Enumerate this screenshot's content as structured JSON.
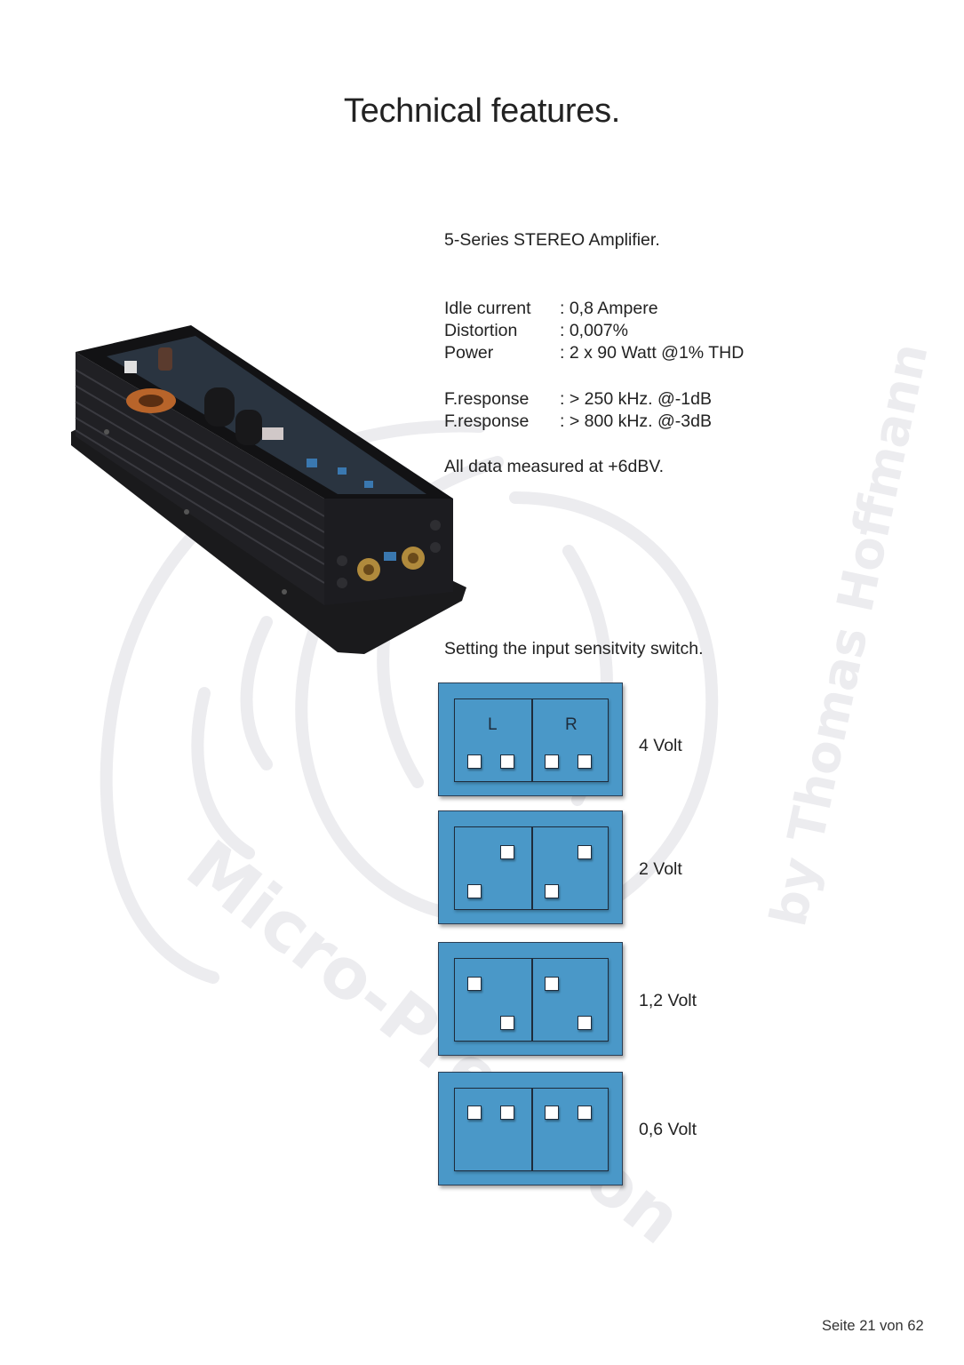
{
  "page": {
    "title": "Technical features.",
    "watermark": {
      "text_left": "Micro-Precision",
      "text_right": "by Thomas Hoffmann",
      "color": "#ededf0"
    },
    "footer": "Seite 21 von 62"
  },
  "product": {
    "name": "5-Series STEREO Amplifier.",
    "photo_alt": "amplifier-photo",
    "specs": [
      {
        "label": "Idle current",
        "value": ": 0,8 Ampere"
      },
      {
        "label": "Distortion",
        "value": ": 0,007%"
      },
      {
        "label": "Power",
        "value": ": 2 x 90 Watt @1% THD"
      },
      {
        "label": "F.response",
        "value": ": > 250 kHz. @-1dB"
      },
      {
        "label": "F.response",
        "value": ": > 800 kHz. @-3dB"
      }
    ],
    "note": "All data measured at +6dBV."
  },
  "switch_section": {
    "heading": "Setting the input sensitvity switch.",
    "box_color": "#4a98c8",
    "channels": {
      "left": "L",
      "right": "R"
    },
    "settings": [
      {
        "label": "4 Volt",
        "positions": [
          "down",
          "down",
          "down",
          "down"
        ]
      },
      {
        "label": "2 Volt",
        "positions": [
          "down",
          "up",
          "down",
          "up"
        ]
      },
      {
        "label": "1,2 Volt",
        "positions": [
          "up",
          "down",
          "up",
          "down"
        ]
      },
      {
        "label": "0,6 Volt",
        "positions": [
          "up",
          "up",
          "up",
          "up"
        ]
      }
    ]
  }
}
